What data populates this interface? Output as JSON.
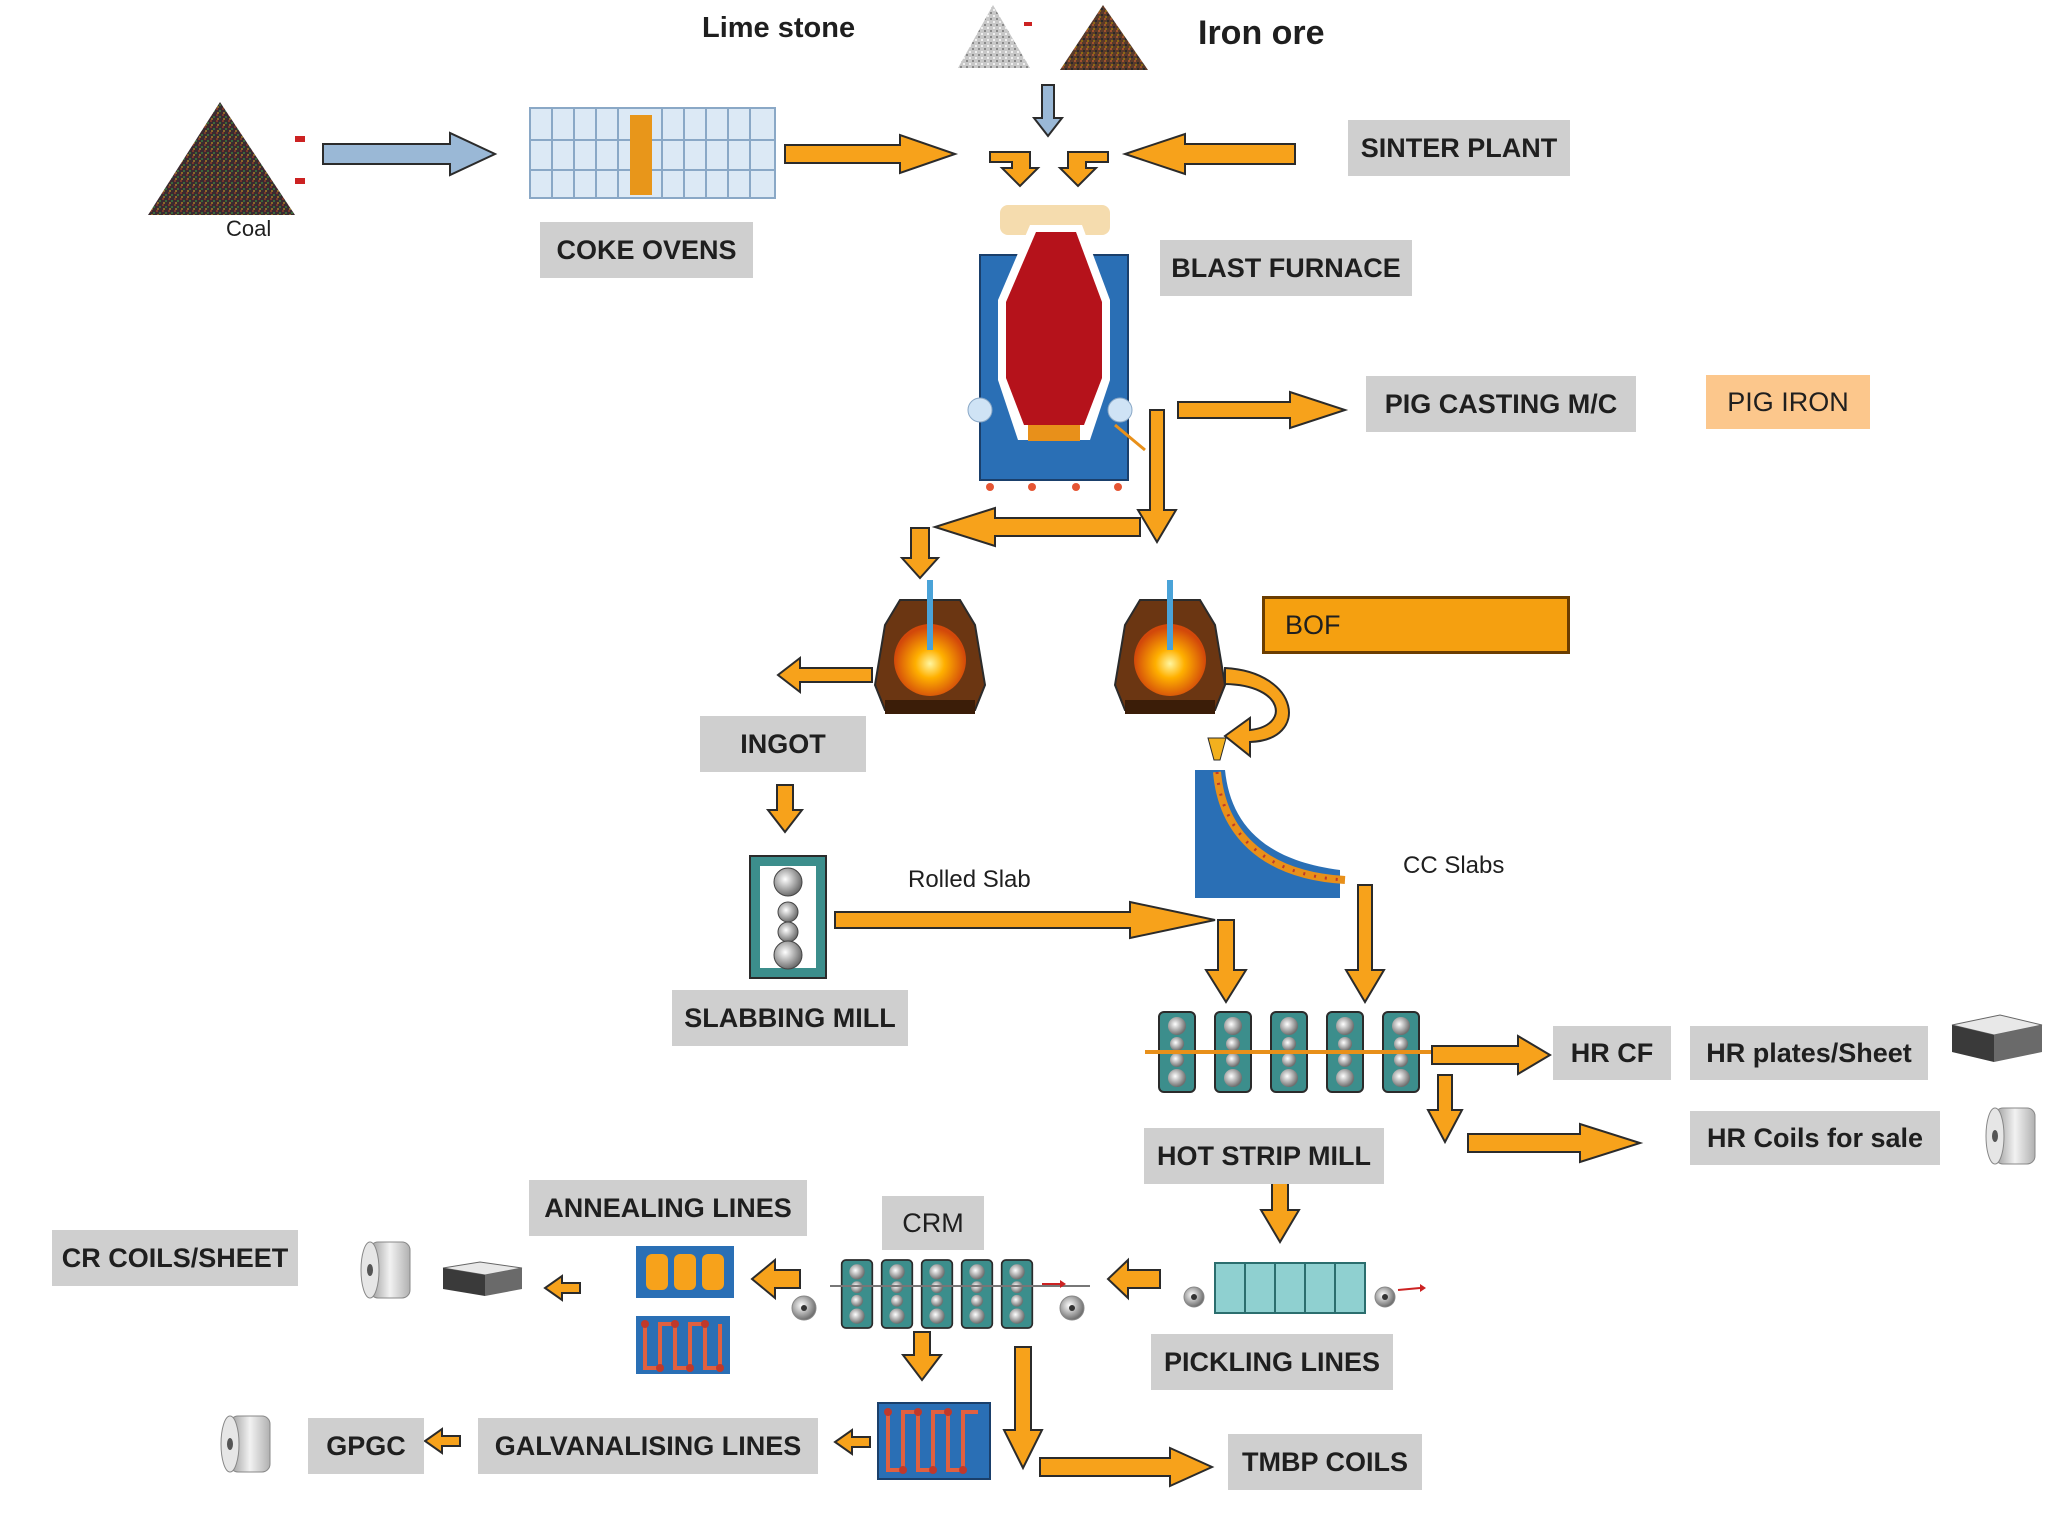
{
  "raw_materials": {
    "lime_stone": "Lime stone",
    "iron_ore": "Iron ore",
    "coal": "Coal"
  },
  "stages": {
    "sinter_plant": "SINTER PLANT",
    "coke_ovens": "COKE OVENS",
    "blast_furnace": "BLAST FURNACE",
    "pig_casting": "PIG CASTING M/C",
    "pig_iron": "PIG IRON",
    "bof": "BOF",
    "ingot": "INGOT",
    "slabbing_mill": "SLABBING MILL",
    "hot_strip_mill": "HOT STRIP MILL",
    "hr_cf": "HR CF",
    "hr_plates": "HR plates/Sheet",
    "hr_coils": "HR Coils for sale",
    "annealing_lines": "ANNEALING LINES",
    "crm": "CRM",
    "cr_coils": "CR COILS/SHEET",
    "pickling_lines": "PICKLING LINES",
    "galvanising_lines": "GALVANALISING LINES",
    "gpgc": "GPGC",
    "tmbp_coils": "TMBP COILS"
  },
  "flow_labels": {
    "rolled_slab": "Rolled Slab",
    "cc_slabs": "CC Slabs"
  },
  "colors": {
    "arrow": "#f7a21b",
    "arrow_outline": "#2b2b2b",
    "grey_box": "#cfcfcf",
    "peach_box": "#fcc78c",
    "bof_box": "#f5a010",
    "blue_arrow": "#9ab8d6",
    "furnace_red": "#b5121b",
    "furnace_blue": "#2a6fb5"
  }
}
